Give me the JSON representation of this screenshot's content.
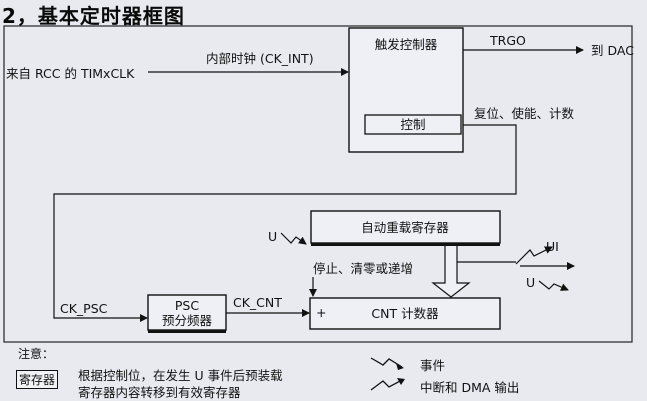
{
  "title": "2，基本定时器框图",
  "labels": {
    "clk_source": "来自 RCC 的 TIMxCLK",
    "ck_int": "内部时钟 (CK_INT)",
    "trigger_ctrl": "触发控制器",
    "ctrl": "控制",
    "trgo": "TRGO",
    "to_dac": "到 DAC",
    "reset_enable_count": "复位、使能、计数",
    "auto_reload": "自动重载寄存器",
    "u_event_in": "U",
    "ui_out": "UI",
    "u_out": "U",
    "stop_clear": "停止、清零或递增",
    "ck_psc": "CK_PSC",
    "psc_line1": "PSC",
    "psc_line2": "预分频器",
    "ck_cnt": "CK_CNT",
    "plus": "+",
    "cnt": "CNT 计数器"
  },
  "notes": {
    "heading": "注意：",
    "register_box": "寄存器",
    "register_line1": "根据控制位，在发生 U 事件后预装载",
    "register_line2": "寄存器内容转移到有效寄存器",
    "event_legend": "事件",
    "irq_legend": "中断和 DMA 输出"
  }
}
